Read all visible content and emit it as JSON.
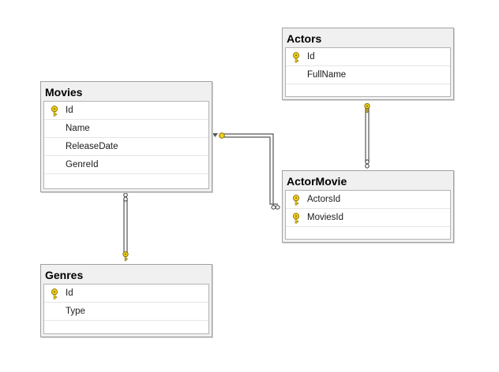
{
  "tables": {
    "actors": {
      "title": "Actors",
      "columns": [
        {
          "name": "Id",
          "key": true
        },
        {
          "name": "FullName",
          "key": false
        }
      ]
    },
    "movies": {
      "title": "Movies",
      "columns": [
        {
          "name": "Id",
          "key": true
        },
        {
          "name": "Name",
          "key": false
        },
        {
          "name": "ReleaseDate",
          "key": false
        },
        {
          "name": "GenreId",
          "key": false
        }
      ]
    },
    "actormovie": {
      "title": "ActorMovie",
      "columns": [
        {
          "name": "ActorsId",
          "key": true
        },
        {
          "name": "MoviesId",
          "key": true
        }
      ]
    },
    "genres": {
      "title": "Genres",
      "columns": [
        {
          "name": "Id",
          "key": true
        },
        {
          "name": "Type",
          "key": false
        }
      ]
    }
  },
  "relationships": [
    {
      "from": "Actors.Id",
      "to": "ActorMovie.ActorsId",
      "one_end": "key-icon",
      "many_end": "infinity-icon"
    },
    {
      "from": "Movies.Id",
      "to": "ActorMovie.MoviesId",
      "one_end": "key-icon",
      "many_end": "infinity-icon"
    },
    {
      "from": "Genres.Id",
      "to": "Movies.GenreId",
      "one_end": "key-icon",
      "many_end": "infinity-icon"
    }
  ],
  "colors": {
    "key_icon": "#f2d21c",
    "connector": "#505050",
    "table_header_bg": "#f0f0f0",
    "table_border": "#a0a0a0"
  }
}
